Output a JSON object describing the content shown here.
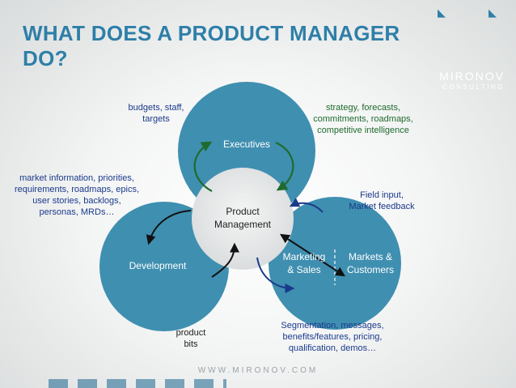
{
  "slide": {
    "title": "WHAT DOES A PRODUCT MANAGER\nDO?",
    "logo": {
      "line1": "MIRONOV",
      "line2": "CONSULTING"
    },
    "footer": "WWW.MIRONOV.COM"
  },
  "diagram": {
    "circles": {
      "executives": "Executives",
      "development": "Development",
      "marketing": "Marketing\n& Sales",
      "markets": "Markets &\nCustomers",
      "center": "Product\nManagement"
    },
    "annotations": {
      "budgets": "budgets, staff,\ntargets",
      "strategy": "strategy, forecasts,\ncommitments, roadmaps,\ncompetitive intelligence",
      "market_info": "market information, priorities,\nrequirements, roadmaps, epics,\nuser stories, backlogs,\npersonas, MRDs…",
      "field_input": "Field input,\nMarket feedback",
      "product_bits": "product\nbits",
      "segmentation": "Segmentation, messages,\nbenefits/features, pricing,\nqualification, demos…"
    }
  },
  "colors": {
    "title": "#2e7fa8",
    "circle": "#3f8fb0",
    "center_circle": "#e6e8e8",
    "green_text": "#1f6b2e",
    "navy_text": "#1a3a8a"
  }
}
